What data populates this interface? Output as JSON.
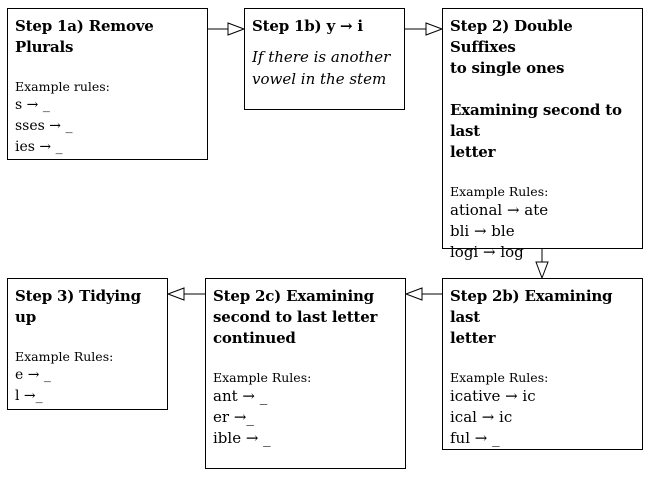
{
  "diagram": {
    "step1a": {
      "title": "Step 1a) Remove Plurals",
      "rules_label": "Example rules:",
      "rules": [
        "s → _",
        "sses → _",
        "ies → _"
      ]
    },
    "step1b": {
      "title": "Step 1b) y → i",
      "note_line1": "If there is another",
      "note_line2": "vowel in the stem"
    },
    "step2": {
      "title_line1": "Step 2) Double Suffixes",
      "title_line2": "to single ones",
      "subtitle_line1": "Examining second to last",
      "subtitle_line2": "letter",
      "rules_label": "Example Rules:",
      "rules": [
        "ational → ate",
        "bli → ble",
        "logi → log"
      ]
    },
    "step2b": {
      "title_line1": "Step 2b) Examining last",
      "title_line2": "letter",
      "rules_label": "Example Rules:",
      "rules": [
        "icative → ic",
        "ical → ic",
        "ful → _"
      ]
    },
    "step2c": {
      "title_line1": "Step 2c) Examining",
      "title_line2": "second to last letter",
      "title_line3": "continued",
      "rules_label": "Example Rules:",
      "rules": [
        "ant → _",
        "er →_",
        "ible → _"
      ]
    },
    "step3": {
      "title": "Step 3) Tidying up",
      "rules_label": "Example Rules:",
      "rules": [
        "e → _",
        "l →_"
      ]
    }
  }
}
